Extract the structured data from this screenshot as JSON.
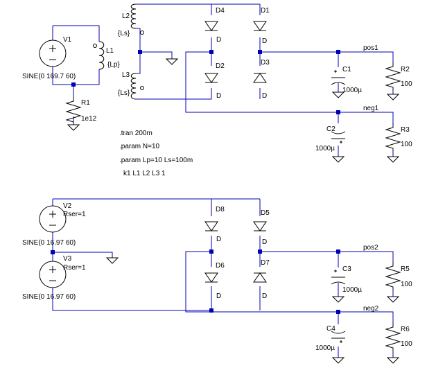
{
  "colors": {
    "wire": "#0000b4",
    "component": "#000000",
    "background": "#ffffff"
  },
  "circuit1": {
    "V1": {
      "name": "V1",
      "value": "SINE(0 169.7 60)"
    },
    "L1": {
      "name": "L1",
      "value": "{Lp}"
    },
    "L2": {
      "name": "L2",
      "value": "{Ls}"
    },
    "L3": {
      "name": "L3",
      "value": "{Ls}"
    },
    "R1": {
      "name": "R1",
      "value": "1e12"
    },
    "D1": {
      "name": "D1",
      "model": "D"
    },
    "D2": {
      "name": "D2",
      "model": "D"
    },
    "D3": {
      "name": "D3",
      "model": "D"
    },
    "D4": {
      "name": "D4",
      "model": "D"
    },
    "C1": {
      "name": "C1",
      "value": "1000µ"
    },
    "C2": {
      "name": "C2",
      "value": "1000µ"
    },
    "R2": {
      "name": "R2",
      "value": "100"
    },
    "R3": {
      "name": "R3",
      "value": "100"
    },
    "net_pos": "pos1",
    "net_neg": "neg1"
  },
  "directives": [
    ".tran 200m",
    ".param N=10",
    ".param Lp=10 Ls=100m",
    "k1 L1 L2 L3 1"
  ],
  "circuit2": {
    "V2": {
      "name": "V2",
      "rser": "Rser=1",
      "value": "SINE(0 16.97 60)"
    },
    "V3": {
      "name": "V3",
      "rser": "Rser=1",
      "value": "SINE(0 16.97 60)"
    },
    "D5": {
      "name": "D5",
      "model": "D"
    },
    "D6": {
      "name": "D6",
      "model": "D"
    },
    "D7": {
      "name": "D7",
      "model": "D"
    },
    "D8": {
      "name": "D8",
      "model": "D"
    },
    "C3": {
      "name": "C3",
      "value": "1000µ"
    },
    "C4": {
      "name": "C4",
      "value": "1000µ"
    },
    "R5": {
      "name": "R5",
      "value": "100"
    },
    "R6": {
      "name": "R6",
      "value": "100"
    },
    "net_pos": "pos2",
    "net_neg": "neg2"
  }
}
